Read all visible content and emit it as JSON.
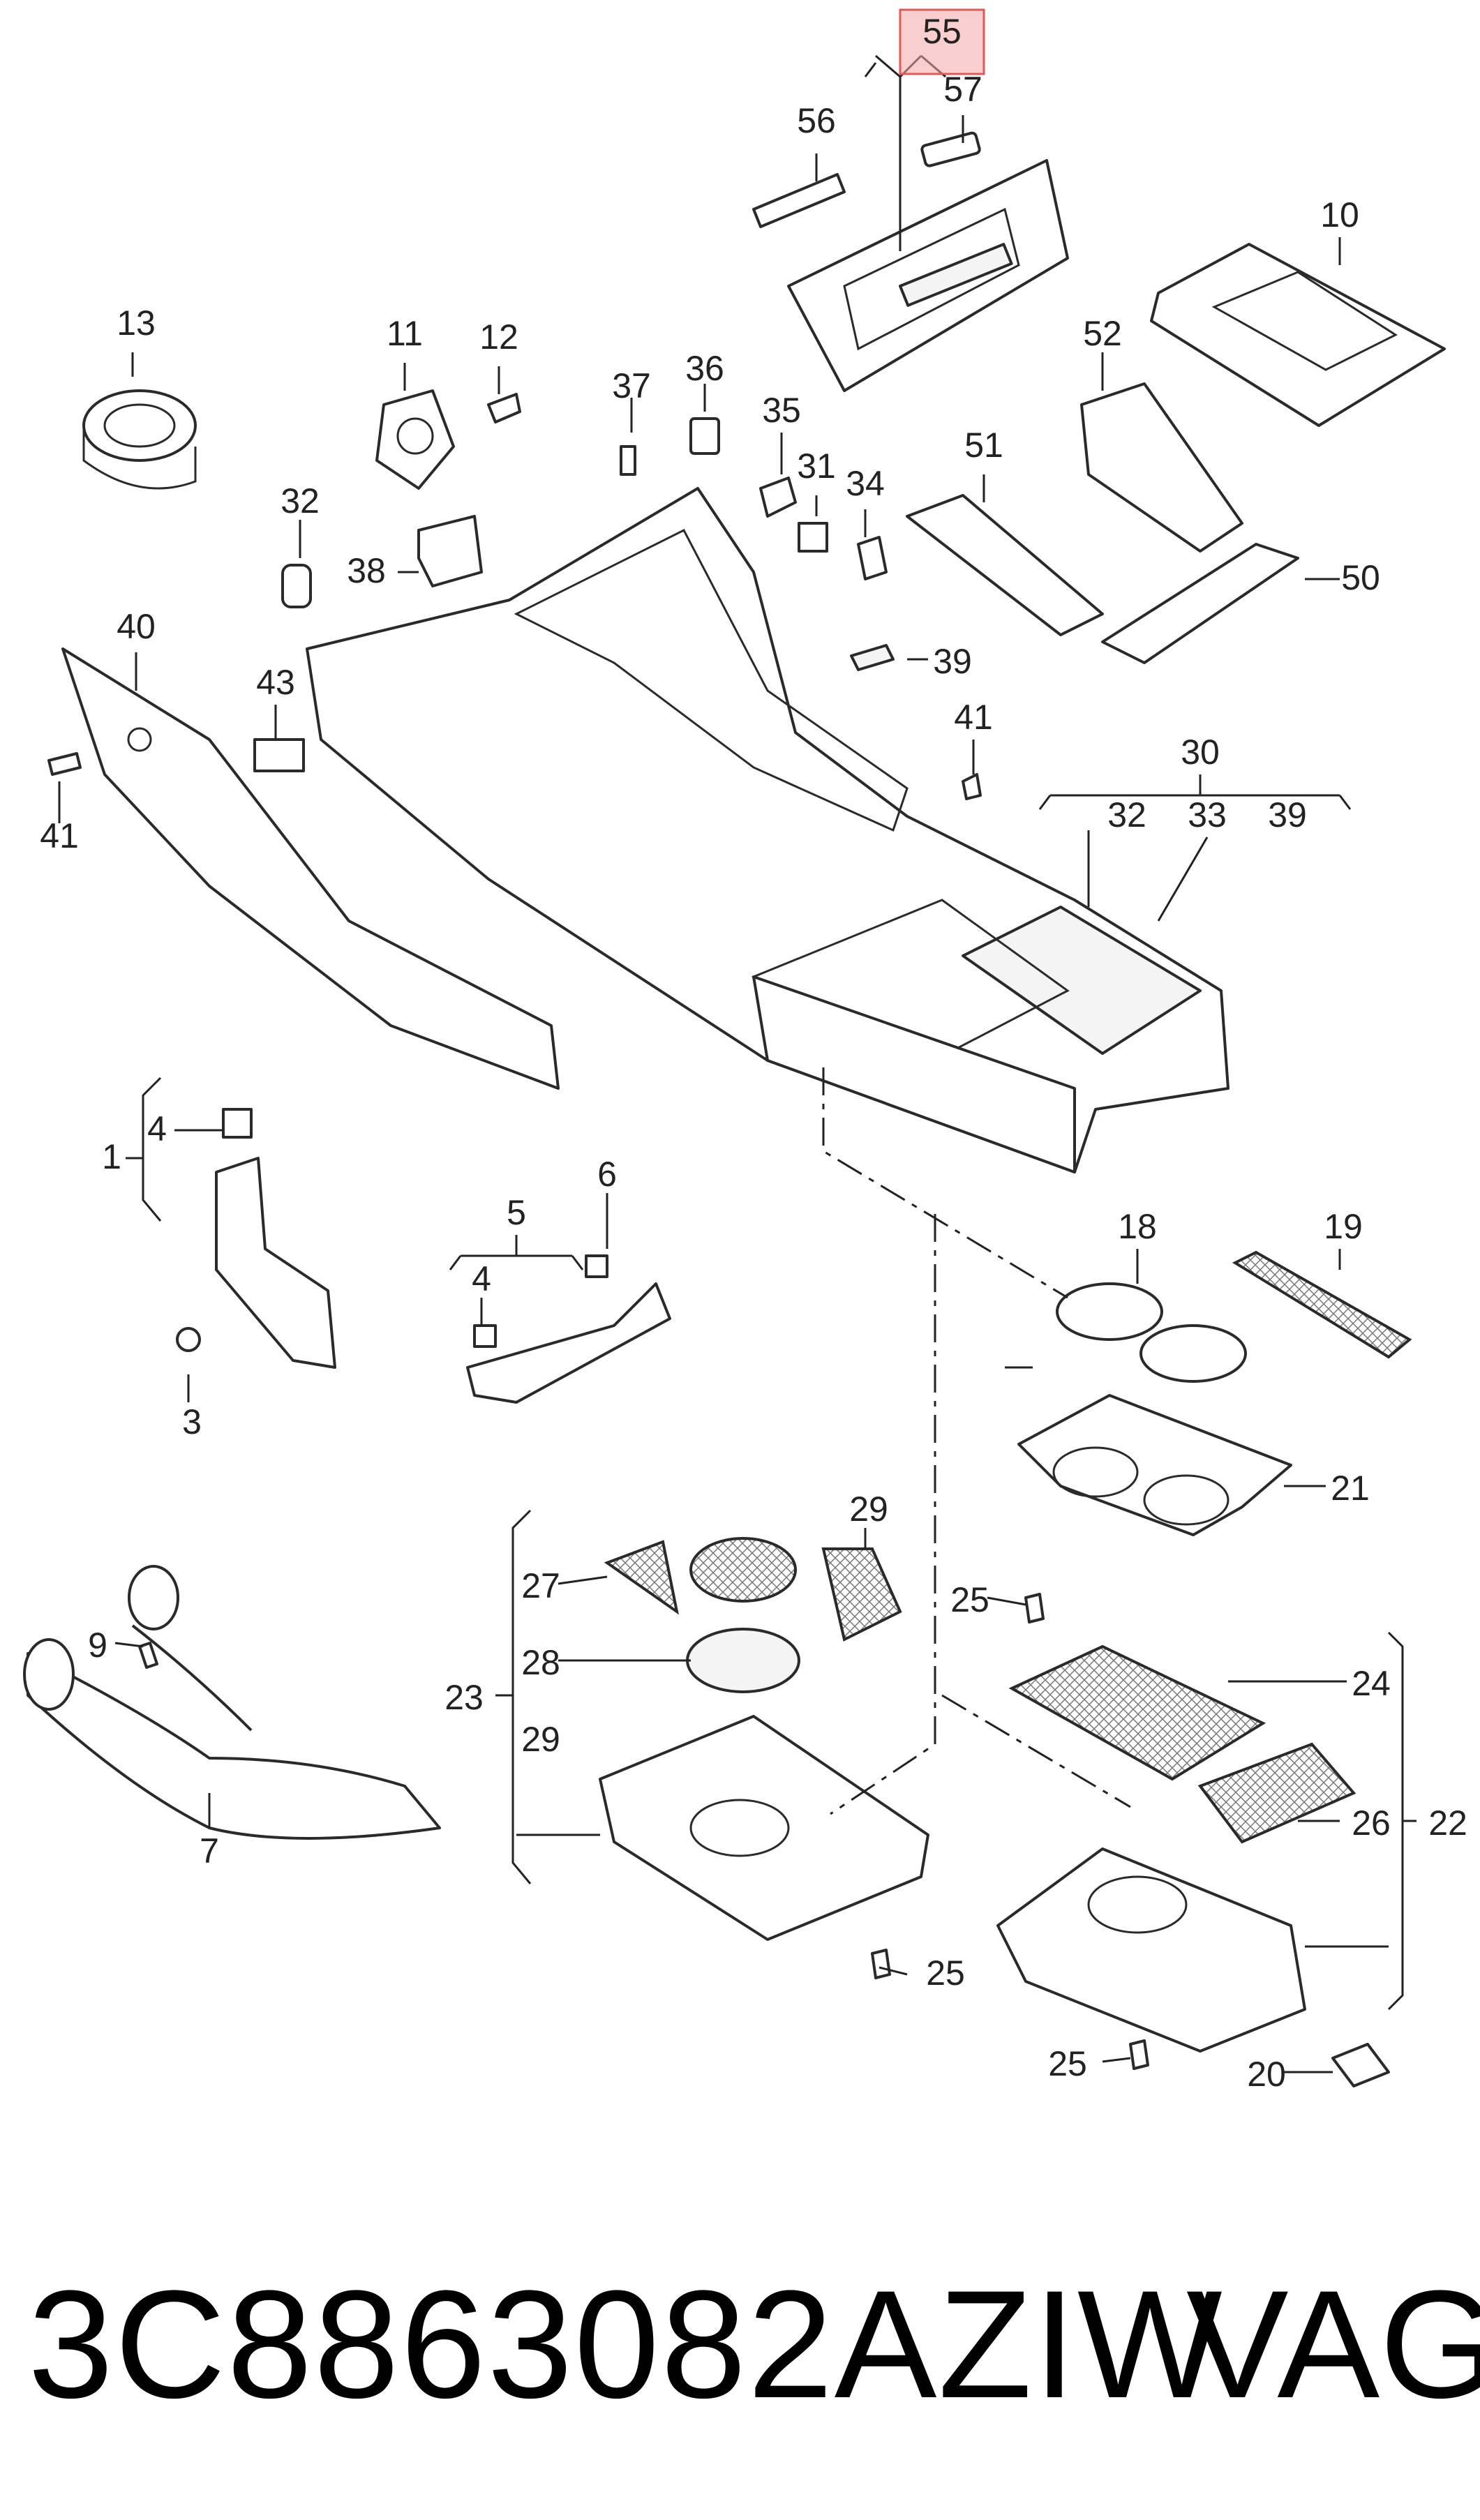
{
  "diagram": {
    "callouts": [
      "55",
      "56",
      "57",
      "10",
      "13",
      "11",
      "12",
      "37",
      "36",
      "35",
      "31",
      "34",
      "52",
      "51",
      "50",
      "32",
      "38",
      "40",
      "43",
      "39",
      "41",
      "41",
      "30",
      "32",
      "33",
      "39",
      "1",
      "4",
      "5",
      "6",
      "4",
      "3",
      "18",
      "19",
      "21",
      "29",
      "27",
      "28",
      "23",
      "29",
      "25",
      "24",
      "9",
      "7",
      "26",
      "22",
      "25",
      "25",
      "20"
    ],
    "highlighted_callout": "55",
    "highlight_color": "#f4a6a6"
  },
  "footer": {
    "part_number": "3C8863082AZIW",
    "brand": "VAG"
  }
}
